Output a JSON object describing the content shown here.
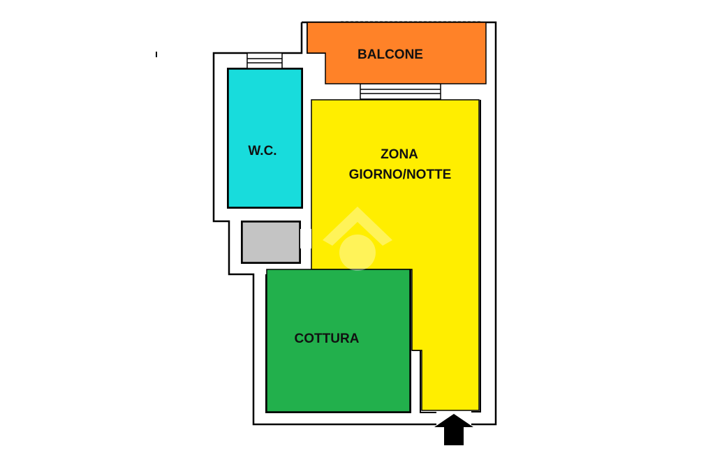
{
  "plan": {
    "rooms": [
      {
        "id": "balcone",
        "label": "BALCONE",
        "color": "#ff8228"
      },
      {
        "id": "wc",
        "label": "W.C.",
        "color": "#18dcdc"
      },
      {
        "id": "zona",
        "label_line1": "ZONA",
        "label_line2": "GIORNO/NOTTE",
        "color": "#ffee00"
      },
      {
        "id": "cottura",
        "label": "COTTURA",
        "color": "#22b04c"
      },
      {
        "id": "closet",
        "label": "",
        "color": "#c4c4c4"
      }
    ],
    "wall_color": "#000000",
    "entrance": {
      "icon": "arrow-up-icon",
      "color": "#000000"
    },
    "watermark": {
      "icon": "house-logo-icon",
      "color": "#ffffff"
    }
  }
}
